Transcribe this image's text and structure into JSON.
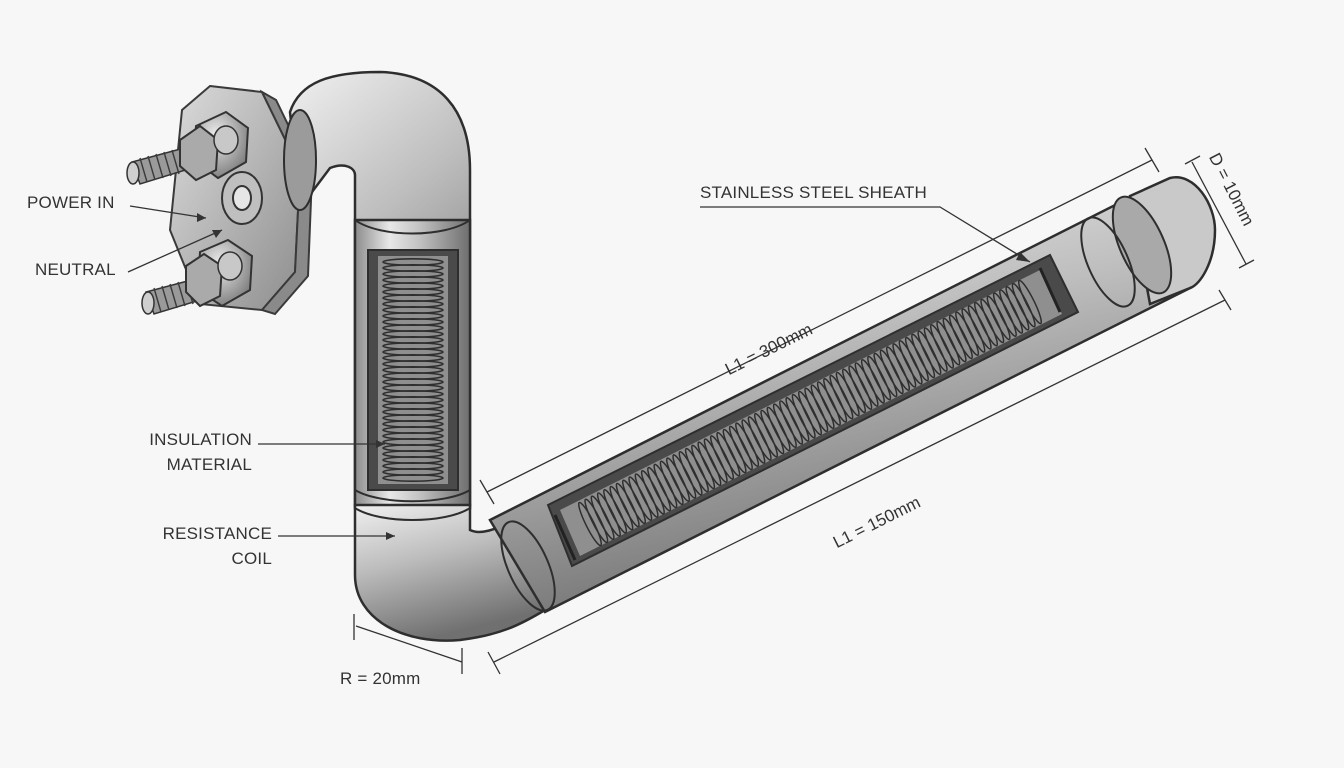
{
  "labels": {
    "power_in": "POWER IN",
    "neutral": "NEUTRAL",
    "insulation_line1": "INSULATION",
    "insulation_line2": "MATERIAL",
    "resistance_line1": "RESISTANCE",
    "resistance_line2": "COIL",
    "sheath": "STAINLESS STEEL SHEATH"
  },
  "dimensions": {
    "radius": "R = 20mm",
    "diameter": "D = 10mm",
    "length_outer": "L1 = 300mm",
    "length_inner": "L1 = 150mm"
  },
  "colors": {
    "background": "#f7f7f7",
    "steel_light": "#e6e6e6",
    "steel_mid": "#b5b5b5",
    "steel_dark": "#6f6f6f",
    "line": "#333333"
  }
}
